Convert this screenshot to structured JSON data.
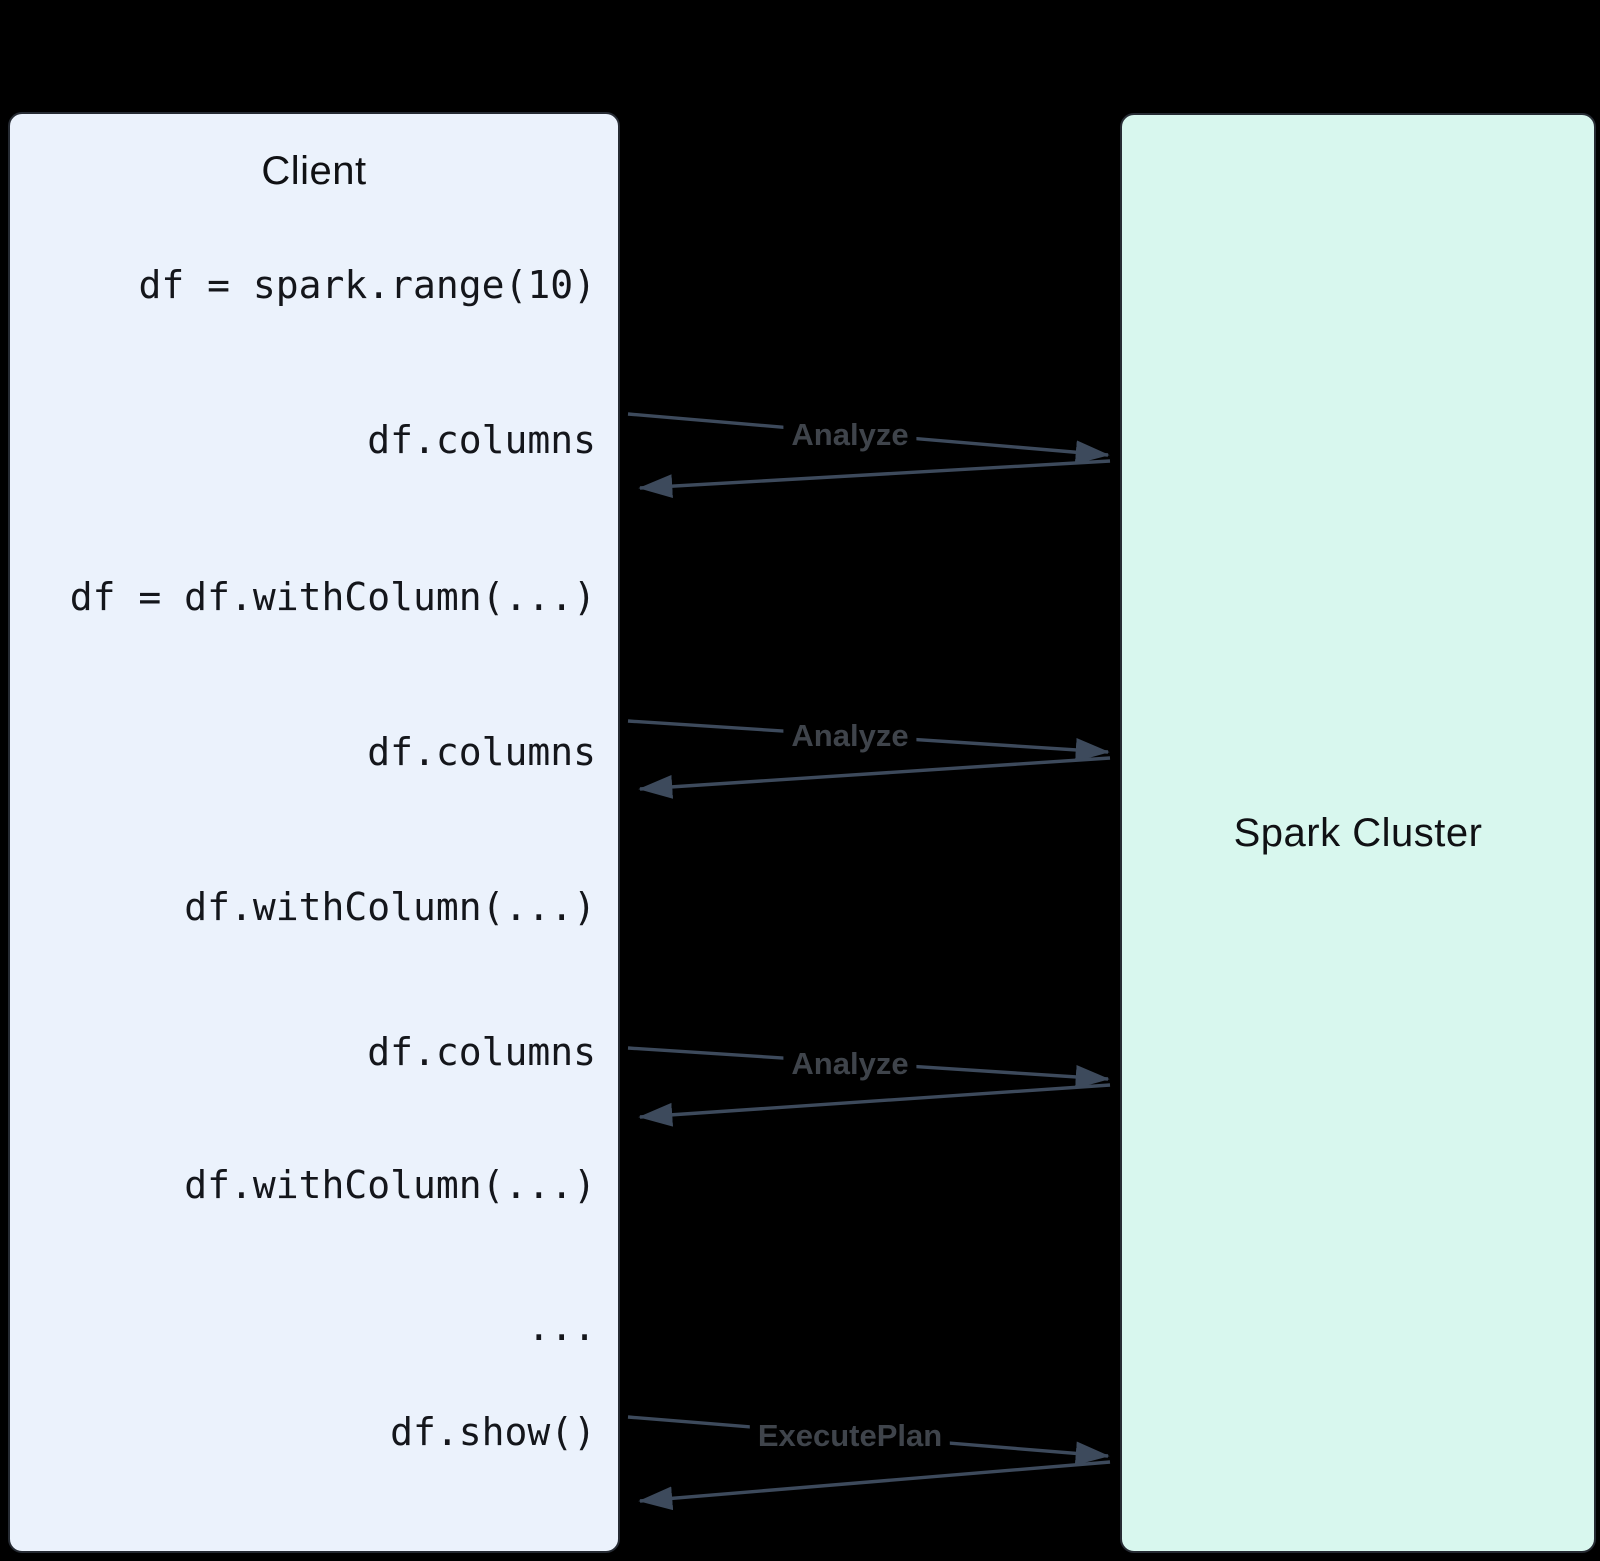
{
  "client_box": {
    "title": "Client",
    "code_lines": [
      "df = spark.range(10)",
      "df.columns",
      "df = df.withColumn(...)",
      "df.columns",
      "df.withColumn(...)",
      "df.columns",
      "df.withColumn(...)",
      "...",
      "df.show()"
    ]
  },
  "cluster_box": {
    "title": "Spark Cluster"
  },
  "messages": [
    {
      "label": "Analyze"
    },
    {
      "label": "Analyze"
    },
    {
      "label": "Analyze"
    },
    {
      "label": "ExecutePlan"
    }
  ],
  "colors": {
    "background": "#000000",
    "client_fill": "#EBF2FC",
    "cluster_fill": "#D8F7EE",
    "arrow": "#3d4a5c",
    "label_text": "#3f444b",
    "code_text": "#14161b"
  }
}
